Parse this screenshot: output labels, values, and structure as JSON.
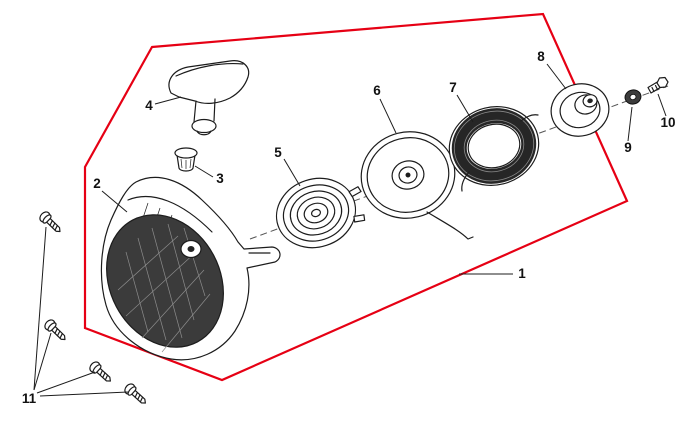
{
  "diagram": {
    "colors": {
      "outline": "#e60014",
      "ink": "#1c1c1c",
      "axis": "#555555",
      "background": "#ffffff"
    },
    "parts": [
      {
        "label": "1"
      },
      {
        "label": "2"
      },
      {
        "label": "3"
      },
      {
        "label": "4"
      },
      {
        "label": "5"
      },
      {
        "label": "6"
      },
      {
        "label": "7"
      },
      {
        "label": "8"
      },
      {
        "label": "9"
      },
      {
        "label": "10"
      },
      {
        "label": "11"
      }
    ]
  }
}
